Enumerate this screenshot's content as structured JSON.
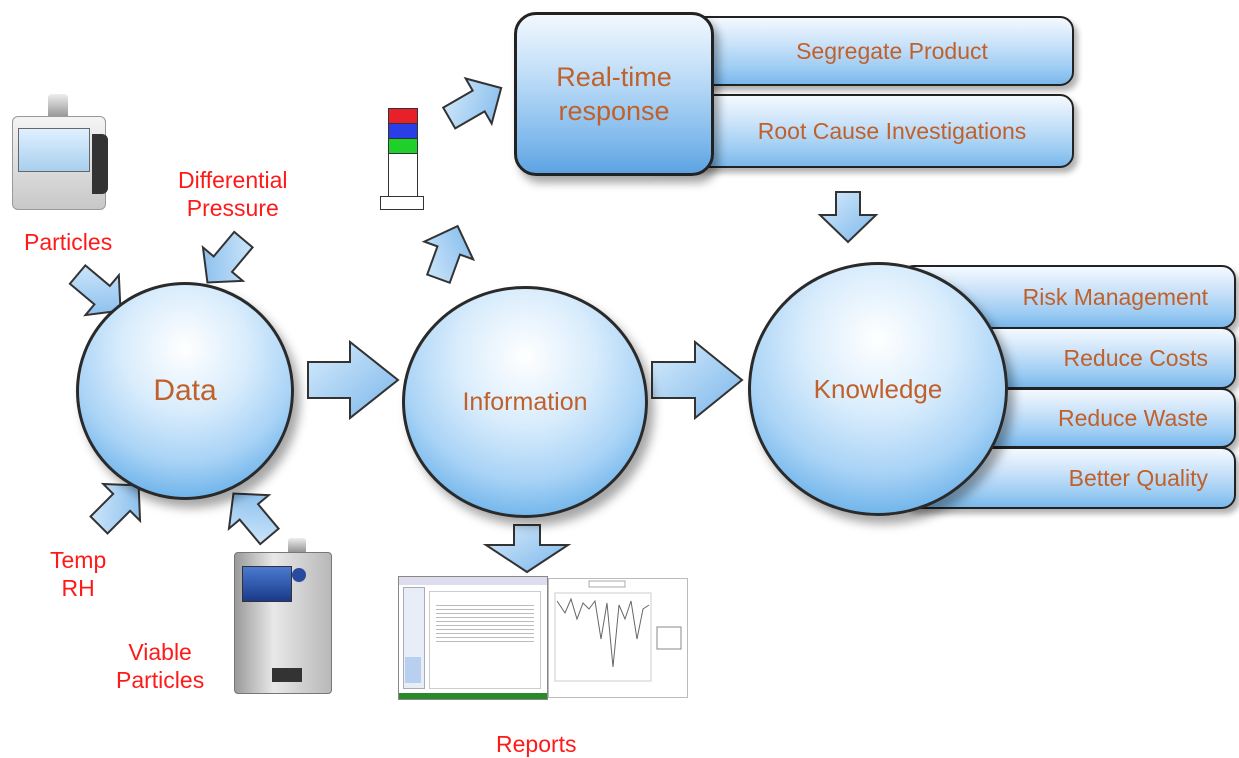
{
  "nodes": {
    "data": "Data",
    "information": "Information",
    "knowledge": "Knowledge"
  },
  "realtime": {
    "line1": "Real-time",
    "line2": "response",
    "outcomes": [
      "Segregate Product",
      "Root Cause Investigations"
    ]
  },
  "knowledge_outcomes": [
    "Risk Management",
    "Reduce Costs",
    "Reduce Waste",
    "Better Quality"
  ],
  "inputs": {
    "particles": "Particles",
    "differential_pressure_1": "Differential",
    "differential_pressure_2": "Pressure",
    "temp": "Temp",
    "rh": "RH",
    "viable_1": "Viable",
    "viable_2": "Particles"
  },
  "reports_label": "Reports",
  "colors": {
    "label_red": "#ff1a1a",
    "node_text": "#c0602a",
    "arrow_fill": "#8cc4f2",
    "stack_red": "#e8202a",
    "stack_blue": "#2a3ee8",
    "stack_green": "#20d02a"
  },
  "icons": {
    "stack_light": "stack-light-icon",
    "particle_counter": "particle-counter-icon",
    "viable_sampler": "viable-sampler-icon",
    "report_screens": "report-screenshot-icon"
  }
}
